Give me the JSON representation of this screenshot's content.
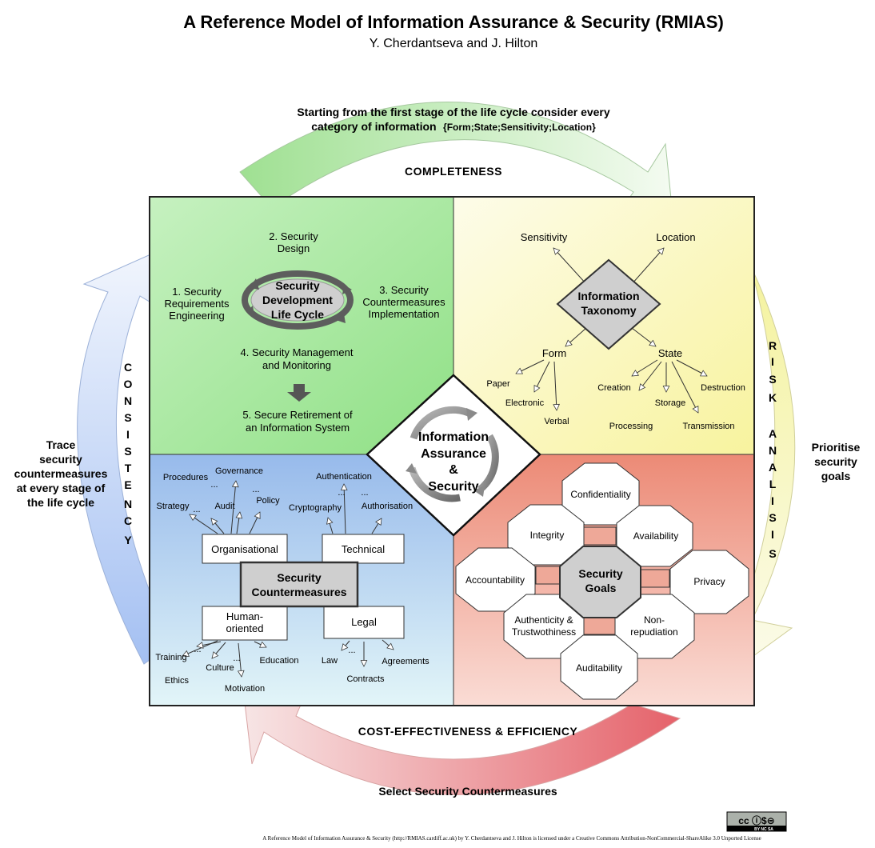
{
  "header": {
    "title": "A Reference Model of Information Assurance & Security (RMIAS)",
    "authors": "Y. Cherdantseva and J. Hilton"
  },
  "completeness": {
    "caption_line1": "Starting from the first stage of the life cycle consider every",
    "caption_line2_main": "category of information",
    "caption_line2_small": "{Form;State;Sensitivity;Location}",
    "label": "COMPLETENESS"
  },
  "risk_analysis": {
    "letters": [
      "R",
      "I",
      "S",
      "K",
      "",
      "A",
      "N",
      "A",
      "L",
      "I",
      "S",
      "I",
      "S"
    ],
    "caption": [
      "Prioritise",
      "security",
      "goals"
    ]
  },
  "cost": {
    "label": "COST-EFFECTIVENESS & EFFICIENCY",
    "caption": "Select Security Countermeasures"
  },
  "consistency": {
    "letters": [
      "C",
      "O",
      "N",
      "S",
      "I",
      "S",
      "T",
      "E",
      "N",
      "C",
      "Y"
    ],
    "caption": [
      "Trace",
      "security",
      "countermeasures",
      "at every stage of",
      "the life cycle"
    ]
  },
  "lifecycle": {
    "center": [
      "Security",
      "Development",
      "Life Cycle"
    ],
    "stage1": [
      "1. Security",
      "Requirements",
      "Engineering"
    ],
    "stage2": [
      "2. Security",
      "Design"
    ],
    "stage3": [
      "3. Security",
      "Countermeasures",
      "Implementation"
    ],
    "stage4": [
      "4. Security Management",
      "and Monitoring"
    ],
    "stage5": [
      "5. Secure Retirement of",
      "an Information System"
    ]
  },
  "taxonomy": {
    "center": [
      "Information",
      "Taxonomy"
    ],
    "sensitivity": "Sensitivity",
    "location": "Location",
    "form": "Form",
    "state": "State",
    "form_items": {
      "paper": "Paper",
      "electronic": "Electronic",
      "verbal": "Verbal"
    },
    "state_items": {
      "creation": "Creation",
      "storage": "Storage",
      "destruction": "Destruction",
      "processing": "Processing",
      "transmission": "Transmission"
    }
  },
  "center": {
    "lines": [
      "Information",
      "Assurance",
      "&",
      "Security"
    ]
  },
  "countermeasures": {
    "center": [
      "Security",
      "Countermeasures"
    ],
    "organisational": "Organisational",
    "technical": "Technical",
    "human": [
      "Human-",
      "oriented"
    ],
    "legal": "Legal",
    "org_items": {
      "procedures": "Procedures",
      "governance": "Governance",
      "strategy": "Strategy",
      "audit": "Audit",
      "policy": "Policy"
    },
    "tech_items": {
      "authentication": "Authentication",
      "cryptography": "Cryptography",
      "authorisation": "Authorisation"
    },
    "human_items": {
      "training": "Training",
      "ethics": "Ethics",
      "culture": "Culture",
      "motivation": "Motivation",
      "education": "Education"
    },
    "legal_items": {
      "law": "Law",
      "contracts": "Contracts",
      "agreements": "Agreements"
    },
    "ellipsis": "..."
  },
  "goals": {
    "center": [
      "Security",
      "Goals"
    ],
    "confidentiality": "Confidentiality",
    "integrity": "Integrity",
    "availability": "Availability",
    "accountability": "Accountability",
    "privacy": "Privacy",
    "authenticity": [
      "Authenticity &",
      "Trustwothiness"
    ],
    "non_repudiation": [
      "Non-",
      "repudiation"
    ],
    "auditability": "Auditability"
  },
  "footer": {
    "license_text": "A Reference Model of Information Assurance & Security (http://RMIAS.cardiff.ac.uk) by Y. Cherdantseva and J. Hilton is licensed under a Creative Commons Attribution-NonCommercial-ShareAlike 3.0 Unported License",
    "badge_symbols": "cc ⓘ$⊜",
    "badge_labels": "BY   NC   SA"
  },
  "colors": {
    "green_panel": "#a7e8a0",
    "yellow_panel": "#fbf9cc",
    "blue_panel": "#a8c8f0",
    "red_panel": "#ef9480",
    "green_arrow": "#c5eeb9",
    "yellow_arrow": "#f2f0a8",
    "blue_arrow": "#a9c2f3",
    "red_arrow": "#e97175"
  }
}
